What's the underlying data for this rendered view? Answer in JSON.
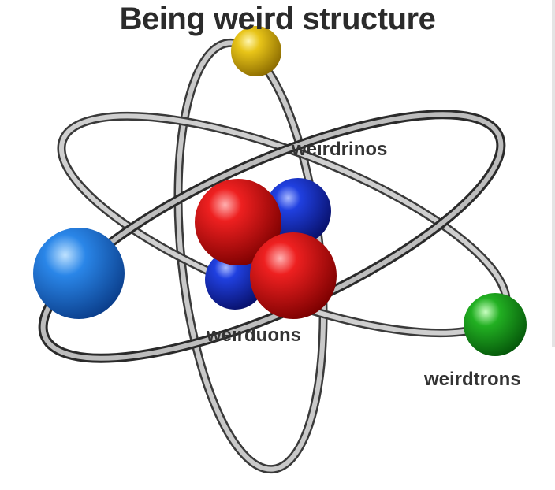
{
  "title": "Being weird structure",
  "labels": {
    "outer": "weirdrinos",
    "nucleus": "weirduons",
    "electron": "weirdtrons"
  },
  "colors": {
    "red": "#d01010",
    "blue": "#1040c8",
    "yellow": "#e8c418",
    "green": "#1aa01a",
    "ring": "#8a8a8a"
  }
}
